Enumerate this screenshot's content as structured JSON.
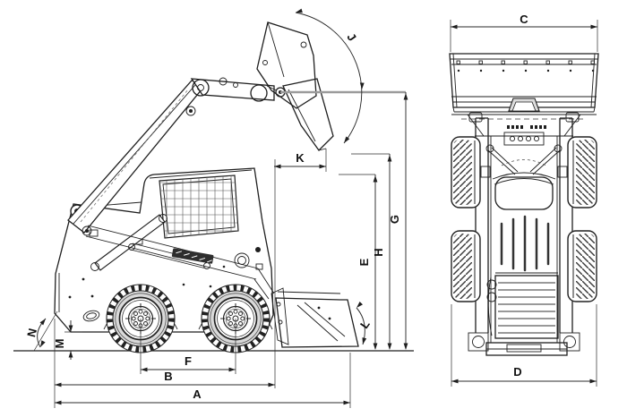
{
  "colors": {
    "background": "#ffffff",
    "line": "#1f1f1f",
    "dimension_line": "#2b2b2b",
    "hinge_level_line": "#9b9b9b"
  },
  "views": [
    {
      "id": "side-view"
    },
    {
      "id": "top-view"
    }
  ],
  "dimension_labels": {
    "A": "A",
    "B": "B",
    "C": "C",
    "D": "D",
    "E": "E",
    "F": "F",
    "G": "G",
    "H": "H",
    "J": "J",
    "K": "K",
    "L": "L",
    "M": "M",
    "N": "N"
  }
}
